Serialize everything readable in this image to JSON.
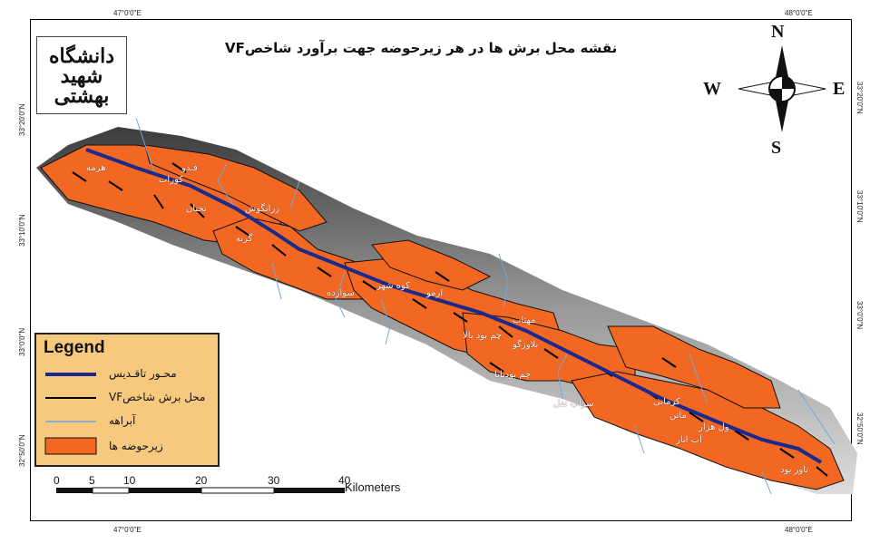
{
  "map": {
    "title": "نقشه محل برش ها در هر زیرحوضه جهت برآورد شاخصVF",
    "logo_text": "دانشگاه شهید بهشتی",
    "coords": {
      "top_left": "47°0'0\"E",
      "top_right": "48°0'0\"E",
      "bottom_left": "47°0'0\"E",
      "bottom_right": "48°0'0\"E",
      "left_1": "33°20'0\"N",
      "left_2": "33°10'0\"N",
      "left_3": "33°0'0\"N",
      "left_4": "32°50'0\"N",
      "right_1": "33°20'0\"N",
      "right_2": "33°10'0\"N",
      "right_3": "33°0'0\"N",
      "right_4": "32°50'0\"N"
    },
    "compass": {
      "n": "N",
      "s": "S",
      "e": "E",
      "w": "W"
    },
    "legend": {
      "title": "Legend",
      "items": [
        {
          "label": "محـور تاقـدیس",
          "color": "#1a2a8c"
        },
        {
          "label": "محل برش شاخصVF",
          "color": "#000000"
        },
        {
          "label": "آبراهه",
          "color": "#6fa8dc"
        },
        {
          "label": "زیرحوضه ها",
          "color": "#f26722"
        }
      ]
    },
    "scale": {
      "ticks": [
        "0",
        "5",
        "10",
        "20",
        "30",
        "40"
      ],
      "unit": "Kilometers"
    },
    "subbasin_labels": [
      "هرمه",
      "کوراب",
      "فـدو",
      "زرانگوش",
      "تختان",
      "گرنه",
      "کوه شهر",
      "سوارده",
      "ارمو",
      "مهتاب",
      "چم بود بالا",
      "بلاوزگو",
      "چم بودپایا",
      "سراب نفل",
      "کرمانی",
      "ماتن",
      "ول هزار",
      "آب انار",
      "تاور بود"
    ],
    "colors": {
      "subbasin": "#f26722",
      "axis": "#1a2a8c",
      "stream": "#6fa8dc",
      "legend_bg": "#f6c97e"
    }
  }
}
